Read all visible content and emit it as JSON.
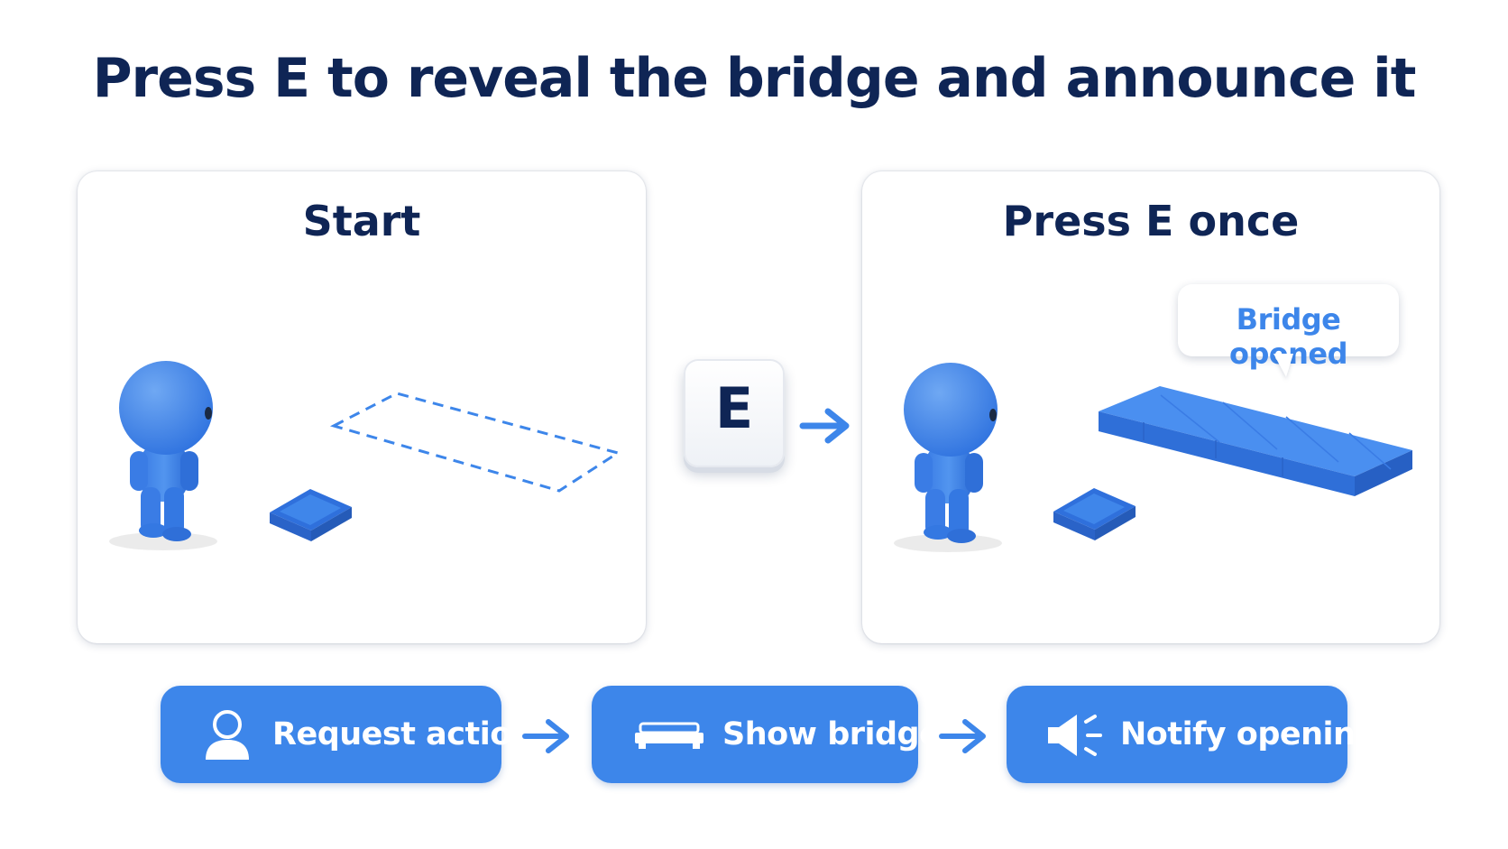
{
  "title": "Press E to reveal the bridge and announce it",
  "panels": {
    "start": {
      "title": "Start"
    },
    "after": {
      "title": "Press E once",
      "speech_bubble": "Bridge opened"
    }
  },
  "key": {
    "label": "E"
  },
  "steps": [
    {
      "label": "Request action",
      "icon": "user-icon"
    },
    {
      "label": "Show bridge",
      "icon": "bridge-icon"
    },
    {
      "label": "Notify opening",
      "icon": "speaker-icon"
    }
  ],
  "colors": {
    "accent": "#3d86ea",
    "title": "#0f2555",
    "character": "#3f86ea"
  }
}
